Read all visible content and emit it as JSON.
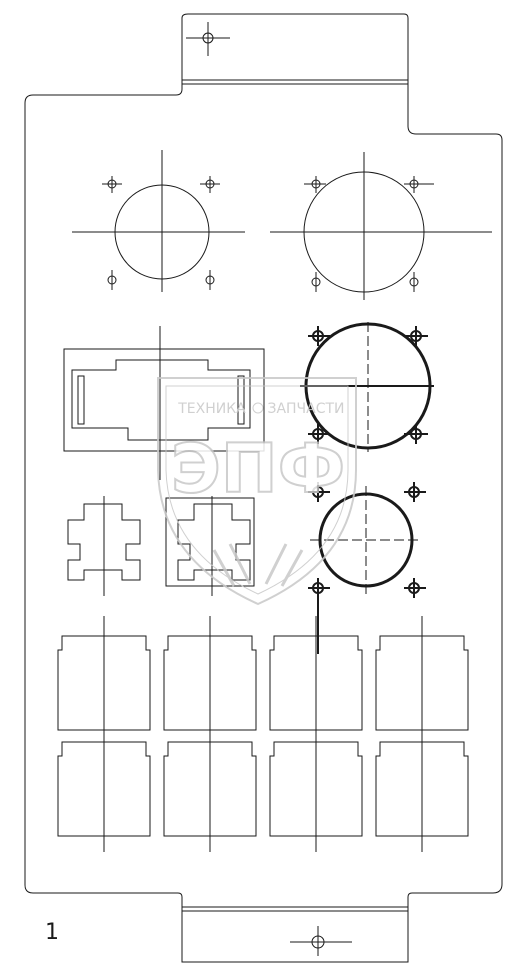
{
  "callout": {
    "label": "1"
  },
  "watermark": {
    "top_text_left": "ТЕХНИКА",
    "top_text_right": "ЗАПЧАСТИ",
    "main_text": "ЭПФ",
    "color": "#c8c8c8"
  },
  "colors": {
    "line": "#1a1a1a",
    "background": "#ffffff"
  }
}
